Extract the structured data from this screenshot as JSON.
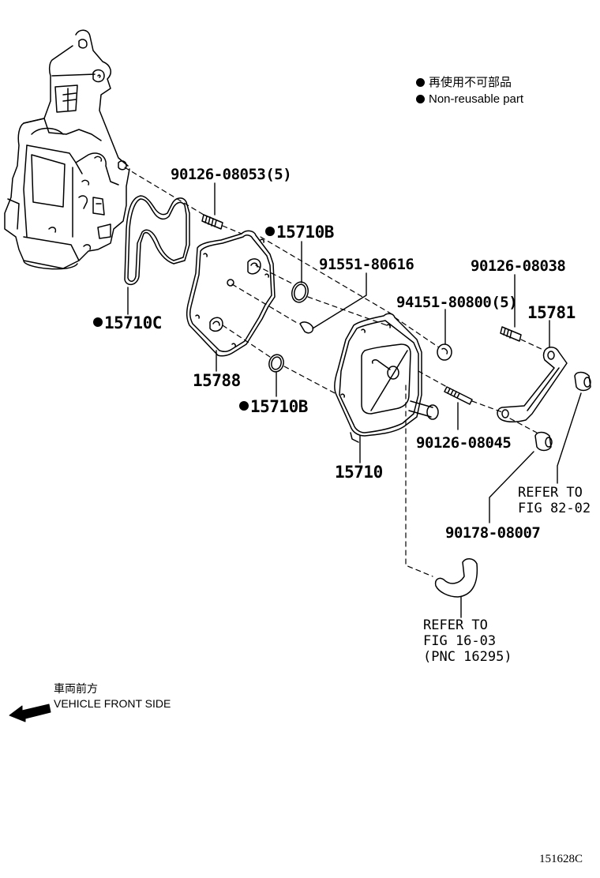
{
  "legend": {
    "items": [
      {
        "icon": "filled-circle-icon",
        "text": "再使用不可部品"
      },
      {
        "icon": "filled-circle-icon",
        "text": "Non-reusable part"
      }
    ]
  },
  "parts": {
    "bolt_90126_08053": "90126-08053(5)",
    "gasket_15710B_top": "15710B",
    "plug_91551_80616": "91551-80616",
    "stud_90126_08038": "90126-08038",
    "nut_94151_80800": "94151-80800(5)",
    "bracket_15781": "15781",
    "gasket_15710C": "15710C",
    "plate_15788": "15788",
    "gasket_15710B_bottom": "15710B",
    "stud_90126_08045": "90126-08045",
    "cooler_15710": "15710",
    "cushion_90178_08007": "90178-08007"
  },
  "references": {
    "fig_82_02": "REFER TO\nFIG 82-02",
    "fig_16_03": "REFER TO\nFIG 16-03\n(PNC 16295)"
  },
  "direction": {
    "jp": "車両前方",
    "en": "VEHICLE FRONT SIDE",
    "icon": "arrow-left-icon"
  },
  "figure_id": "151628C"
}
